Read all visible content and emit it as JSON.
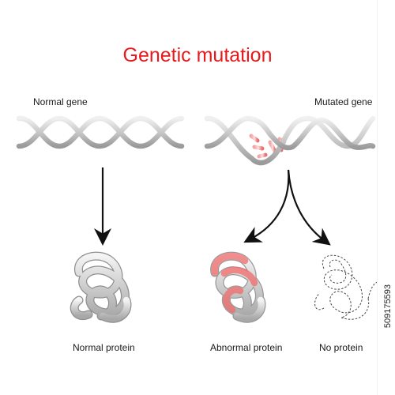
{
  "title": "Genetic mutation",
  "labels": {
    "normal_gene": "Normal gene",
    "mutated_gene": "Mutated gene",
    "normal_protein": "Normal protein",
    "abnormal_protein": "Abnormal protein",
    "no_protein": "No protein"
  },
  "stock_id": "509175593",
  "colors": {
    "title": "#e8191c",
    "dna": "#c9c9c9",
    "mutation": "#f06b6b",
    "arrow": "#111111"
  },
  "icons": {
    "normal_dna": "dna-helix-icon",
    "mutated_dna": "mutated-dna-helix-icon",
    "normal_protein": "folded-protein-icon",
    "abnormal_protein": "abnormal-protein-icon",
    "no_protein": "dashed-protein-outline-icon"
  }
}
